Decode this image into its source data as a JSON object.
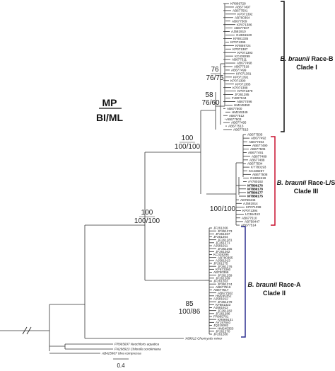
{
  "legend": {
    "mp": "MP",
    "bi": "BI/ML"
  },
  "scale_bar": {
    "label": "0.4"
  },
  "clades": {
    "race_b": {
      "species": "B. braunii",
      "race": "Race-B",
      "clade": "Clade I",
      "color": "#111111"
    },
    "race_ls": {
      "species": "B. braunii",
      "race": "Race-L/S",
      "clade": "Clade III",
      "color": "#c8102e"
    },
    "race_a": {
      "species": "B. braunii",
      "race": "Race-A",
      "clade": "Clade II",
      "color": "#2b2f8f"
    }
  },
  "support": {
    "n76_top": "76",
    "n76_bot": "76/75",
    "n58_top": "58",
    "n58_bot": "76/60",
    "n100a_top": "100",
    "n100a_bot": "100/100",
    "n100b_bot": "100/100",
    "n100c_top": "100",
    "n100c_bot": "100/100",
    "n85_top": "85",
    "n85_bot": "100/86"
  },
  "leaves": {
    "clade1": [
      "KR869728",
      "AB677497",
      "AB677501",
      "KP071392",
      "AB760364",
      "AB677509",
      "KP071386",
      "AB677507",
      "AJ581910",
      "GU861520",
      "KF881335",
      "KP071395",
      "KR869724",
      "KP071387",
      "KP071393",
      "KC438299",
      "AB677511",
      "AB677498",
      "AB677518",
      "AB677499",
      "KP071381",
      "KP071391",
      "KP071390",
      "KP071385",
      "KP071388",
      "KP071379",
      "JF261285",
      "FJ807044",
      "AB677496",
      "HM245350",
      "AB677500",
      "HM245349",
      "AB677512",
      "AB677503",
      "AB677495",
      "AB677513",
      "AB677515"
    ],
    "clade3": [
      "AB677505",
      "AB677492",
      "AB677494",
      "AB677490",
      "AB677506",
      "AB677491",
      "AB677489",
      "AB677488",
      "AB677504",
      "KY780193",
      "KC438297",
      "AB677508",
      "GU861519",
      "AY780192"
    ],
    "clade3_bold": [
      "MT889176",
      "MT889178",
      "MT889177",
      "MT889175"
    ],
    "clade3_tail": [
      "AB758446",
      "AJ581914",
      "KP071398",
      "KP071394",
      "LC364113",
      "AB677510",
      "AB758447",
      "AB677514"
    ],
    "clade2": [
      "JF261266",
      "JF261273",
      "JF261267",
      "JF261264",
      "JF261281",
      "JF261271",
      "AJ581911",
      "JF261265",
      "JF261262",
      "KC438296",
      "AB780365",
      "AJ581913",
      "JF261275",
      "JF261276",
      "KF673360",
      "AB760366",
      "JF261259",
      "JF261269",
      "JF261263",
      "JF261274",
      "AB677516",
      "AB677517",
      "AB677502",
      "HM245352",
      "AJ581912",
      "JF261279",
      "KF881323",
      "AJ581912",
      "JF261282",
      "JF261286",
      "FR865761",
      "KR869131",
      "AY197640",
      "JQ315082",
      "HM245353",
      "JF261270",
      "JF261280"
    ],
    "outgroup": [
      "X89012 Choricystis minor",
      "FR865697 Neochloris aquatica",
      "FN298923 Chlorella sorokiniana",
      "AB425967 Ulva compressa"
    ]
  }
}
